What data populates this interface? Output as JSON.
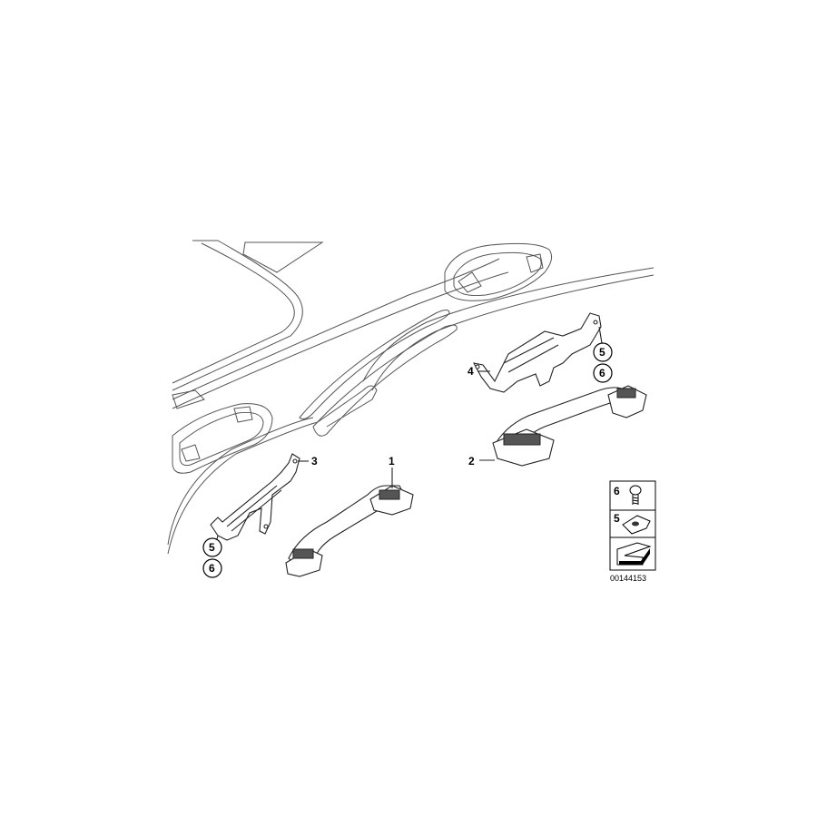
{
  "diagram": {
    "type": "parts-exploded-view",
    "subject": "Roof liner with grab handles",
    "callouts": [
      {
        "id": "1",
        "label": "1",
        "part": "grab-handle-front"
      },
      {
        "id": "2",
        "label": "2",
        "part": "grab-handle-rear"
      },
      {
        "id": "3",
        "label": "3",
        "part": "bracket-left"
      },
      {
        "id": "4",
        "label": "4",
        "part": "bracket-right"
      },
      {
        "id": "5a",
        "label": "5",
        "part": "clip-nut"
      },
      {
        "id": "6a",
        "label": "6",
        "part": "screw"
      },
      {
        "id": "5b",
        "label": "5",
        "part": "clip-nut"
      },
      {
        "id": "6b",
        "label": "6",
        "part": "screw"
      }
    ],
    "legend": {
      "items": [
        {
          "number": "6",
          "icon": "screw-icon"
        },
        {
          "number": "5",
          "icon": "clip-nut-icon"
        },
        {
          "number": "",
          "icon": "arrow-icon"
        }
      ],
      "diagram_id": "00144153"
    }
  }
}
